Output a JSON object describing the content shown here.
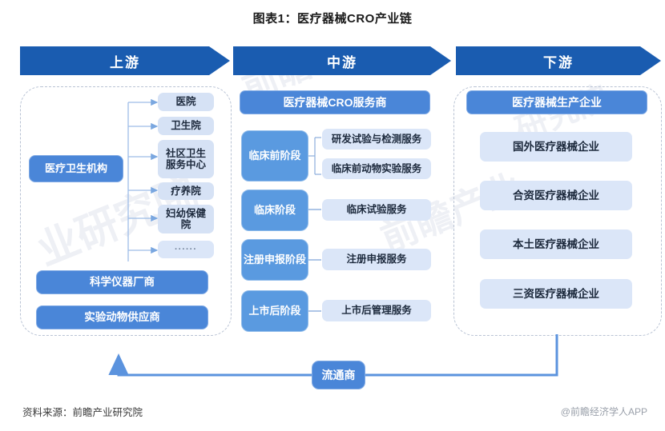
{
  "title": "图表1：医疗器械CRO产业链",
  "banners": [
    {
      "label": "上游"
    },
    {
      "label": "中游"
    },
    {
      "label": "下游"
    }
  ],
  "upstream": {
    "root": "医疗卫生机构",
    "branches": [
      "医院",
      "卫生院",
      "社区卫生服务中心",
      "疗养院",
      "妇幼保健院",
      "······"
    ],
    "others": [
      "科学仪器厂商",
      "实验动物供应商"
    ]
  },
  "midstream": {
    "header": "医疗器械CRO服务商",
    "stages": [
      {
        "stage": "临床前阶段",
        "services": [
          "研发试验与检测服务",
          "临床前动物实验服务"
        ]
      },
      {
        "stage": "临床阶段",
        "services": [
          "临床试验服务"
        ]
      },
      {
        "stage": "注册申报阶段",
        "services": [
          "注册申报服务"
        ]
      },
      {
        "stage": "上市后阶段",
        "services": [
          "上市后管理服务"
        ]
      }
    ]
  },
  "downstream": {
    "header": "医疗器械生产企业",
    "items": [
      "国外医疗器械企业",
      "合资医疗器械企业",
      "本土医疗器械企业",
      "三资医疗器械企业"
    ]
  },
  "distributor": {
    "label": "流通商"
  },
  "footer": {
    "source": "资料来源：前瞻产业研究院",
    "watermark": "@前瞻经济学人APP"
  },
  "watermarks": {
    "w1": "业研究院",
    "w2": "前瞻",
    "w3": "前瞻产业",
    "w4": "研究院"
  },
  "colors": {
    "banner": "#1a5cb0",
    "primary_box": "#4a86d8",
    "stage_box": "#5a9ae0",
    "light_box": "#d6e2f5",
    "connector": "#7aa7e0",
    "dashed_border": "#b9c3d4"
  }
}
